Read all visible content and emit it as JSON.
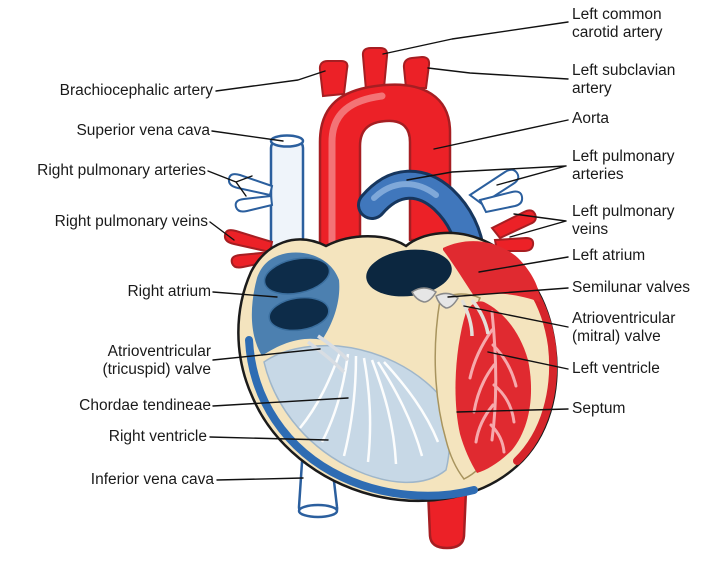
{
  "figure_labels": {
    "left": [
      {
        "text": "Brachiocephalic artery"
      },
      {
        "text": "Superior vena cava"
      },
      {
        "text": "Right pulmonary arteries"
      },
      {
        "text": "Right pulmonary veins"
      },
      {
        "text": "Right atrium"
      },
      {
        "text": "Atrioventricular\n(tricuspid) valve"
      },
      {
        "text": "Chordae tendineae"
      },
      {
        "text": "Right ventricle"
      },
      {
        "text": "Inferior vena cava"
      }
    ],
    "right": [
      {
        "text": "Left common\ncarotid artery"
      },
      {
        "text": "Left subclavian\nartery"
      },
      {
        "text": "Aorta"
      },
      {
        "text": "Left pulmonary\narteries"
      },
      {
        "text": "Left pulmonary\nveins"
      },
      {
        "text": "Left atrium"
      },
      {
        "text": "Semilunar valves"
      },
      {
        "text": "Atrioventricular\n(mitral) valve"
      },
      {
        "text": "Left ventricle"
      },
      {
        "text": "Septum"
      }
    ]
  },
  "palette": {
    "artery_red": "#EC2127",
    "artery_red_dark": "#A61E22",
    "vein_blue": "#3F76B8",
    "vein_blue_dark": "#16365E",
    "vessel_outline_blue": "#2B5F9E",
    "heart_wall_cream": "#F4E4BE",
    "chamber_navy": "#0D2C49",
    "right_atrium_blue": "#4C80B0",
    "right_ventricle_blue": "#C7D8E6",
    "left_chamber_red": "#E02A30",
    "leader_line": "#111111",
    "label_text": "#1A1A1A",
    "background": "#FFFFFF"
  }
}
